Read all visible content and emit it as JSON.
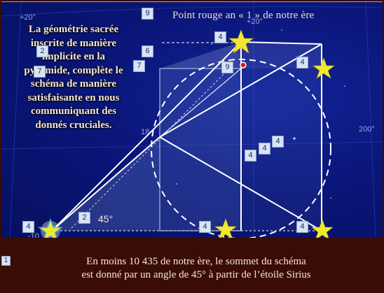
{
  "title": "Point rouge an « 1 » de notre ère",
  "left_text": [
    "La géométrie sacrée",
    "inscrite de manière",
    "implicite en la",
    "pyramide, complète le",
    "schéma de manière",
    "satisfaisante en nous",
    "communiquant des",
    "donnés cruciales."
  ],
  "bottom_text": [
    "En moins 10 435 de notre ère, le sommet du schéma",
    "est donné par un angle de 45° à partir de l’étoile Sirius"
  ],
  "angle_label": "45°",
  "grid_labels": {
    "plus20_left": "+20°",
    "plus20_right": "+20°",
    "ra18": "18",
    "ra200": "200°",
    "minus": "-10"
  },
  "badges": {
    "b9_top": "9",
    "b6": "6",
    "b7a": "7",
    "b7b": "7",
    "b2_text": "2",
    "b4_apex": "4",
    "b9_apex": "9",
    "b4_right": "4",
    "b4_mid1": "4",
    "b4_mid2": "4",
    "b4_mid3": "4",
    "b4_sirius": "4",
    "b2_angle": "2",
    "b4_base_mid": "4",
    "b4_base_right": "4",
    "b1": "1"
  },
  "colors": {
    "sky": "#0a167a",
    "frame": "#3a0c06",
    "star": "#f2e830",
    "red_point": "#e01818"
  }
}
